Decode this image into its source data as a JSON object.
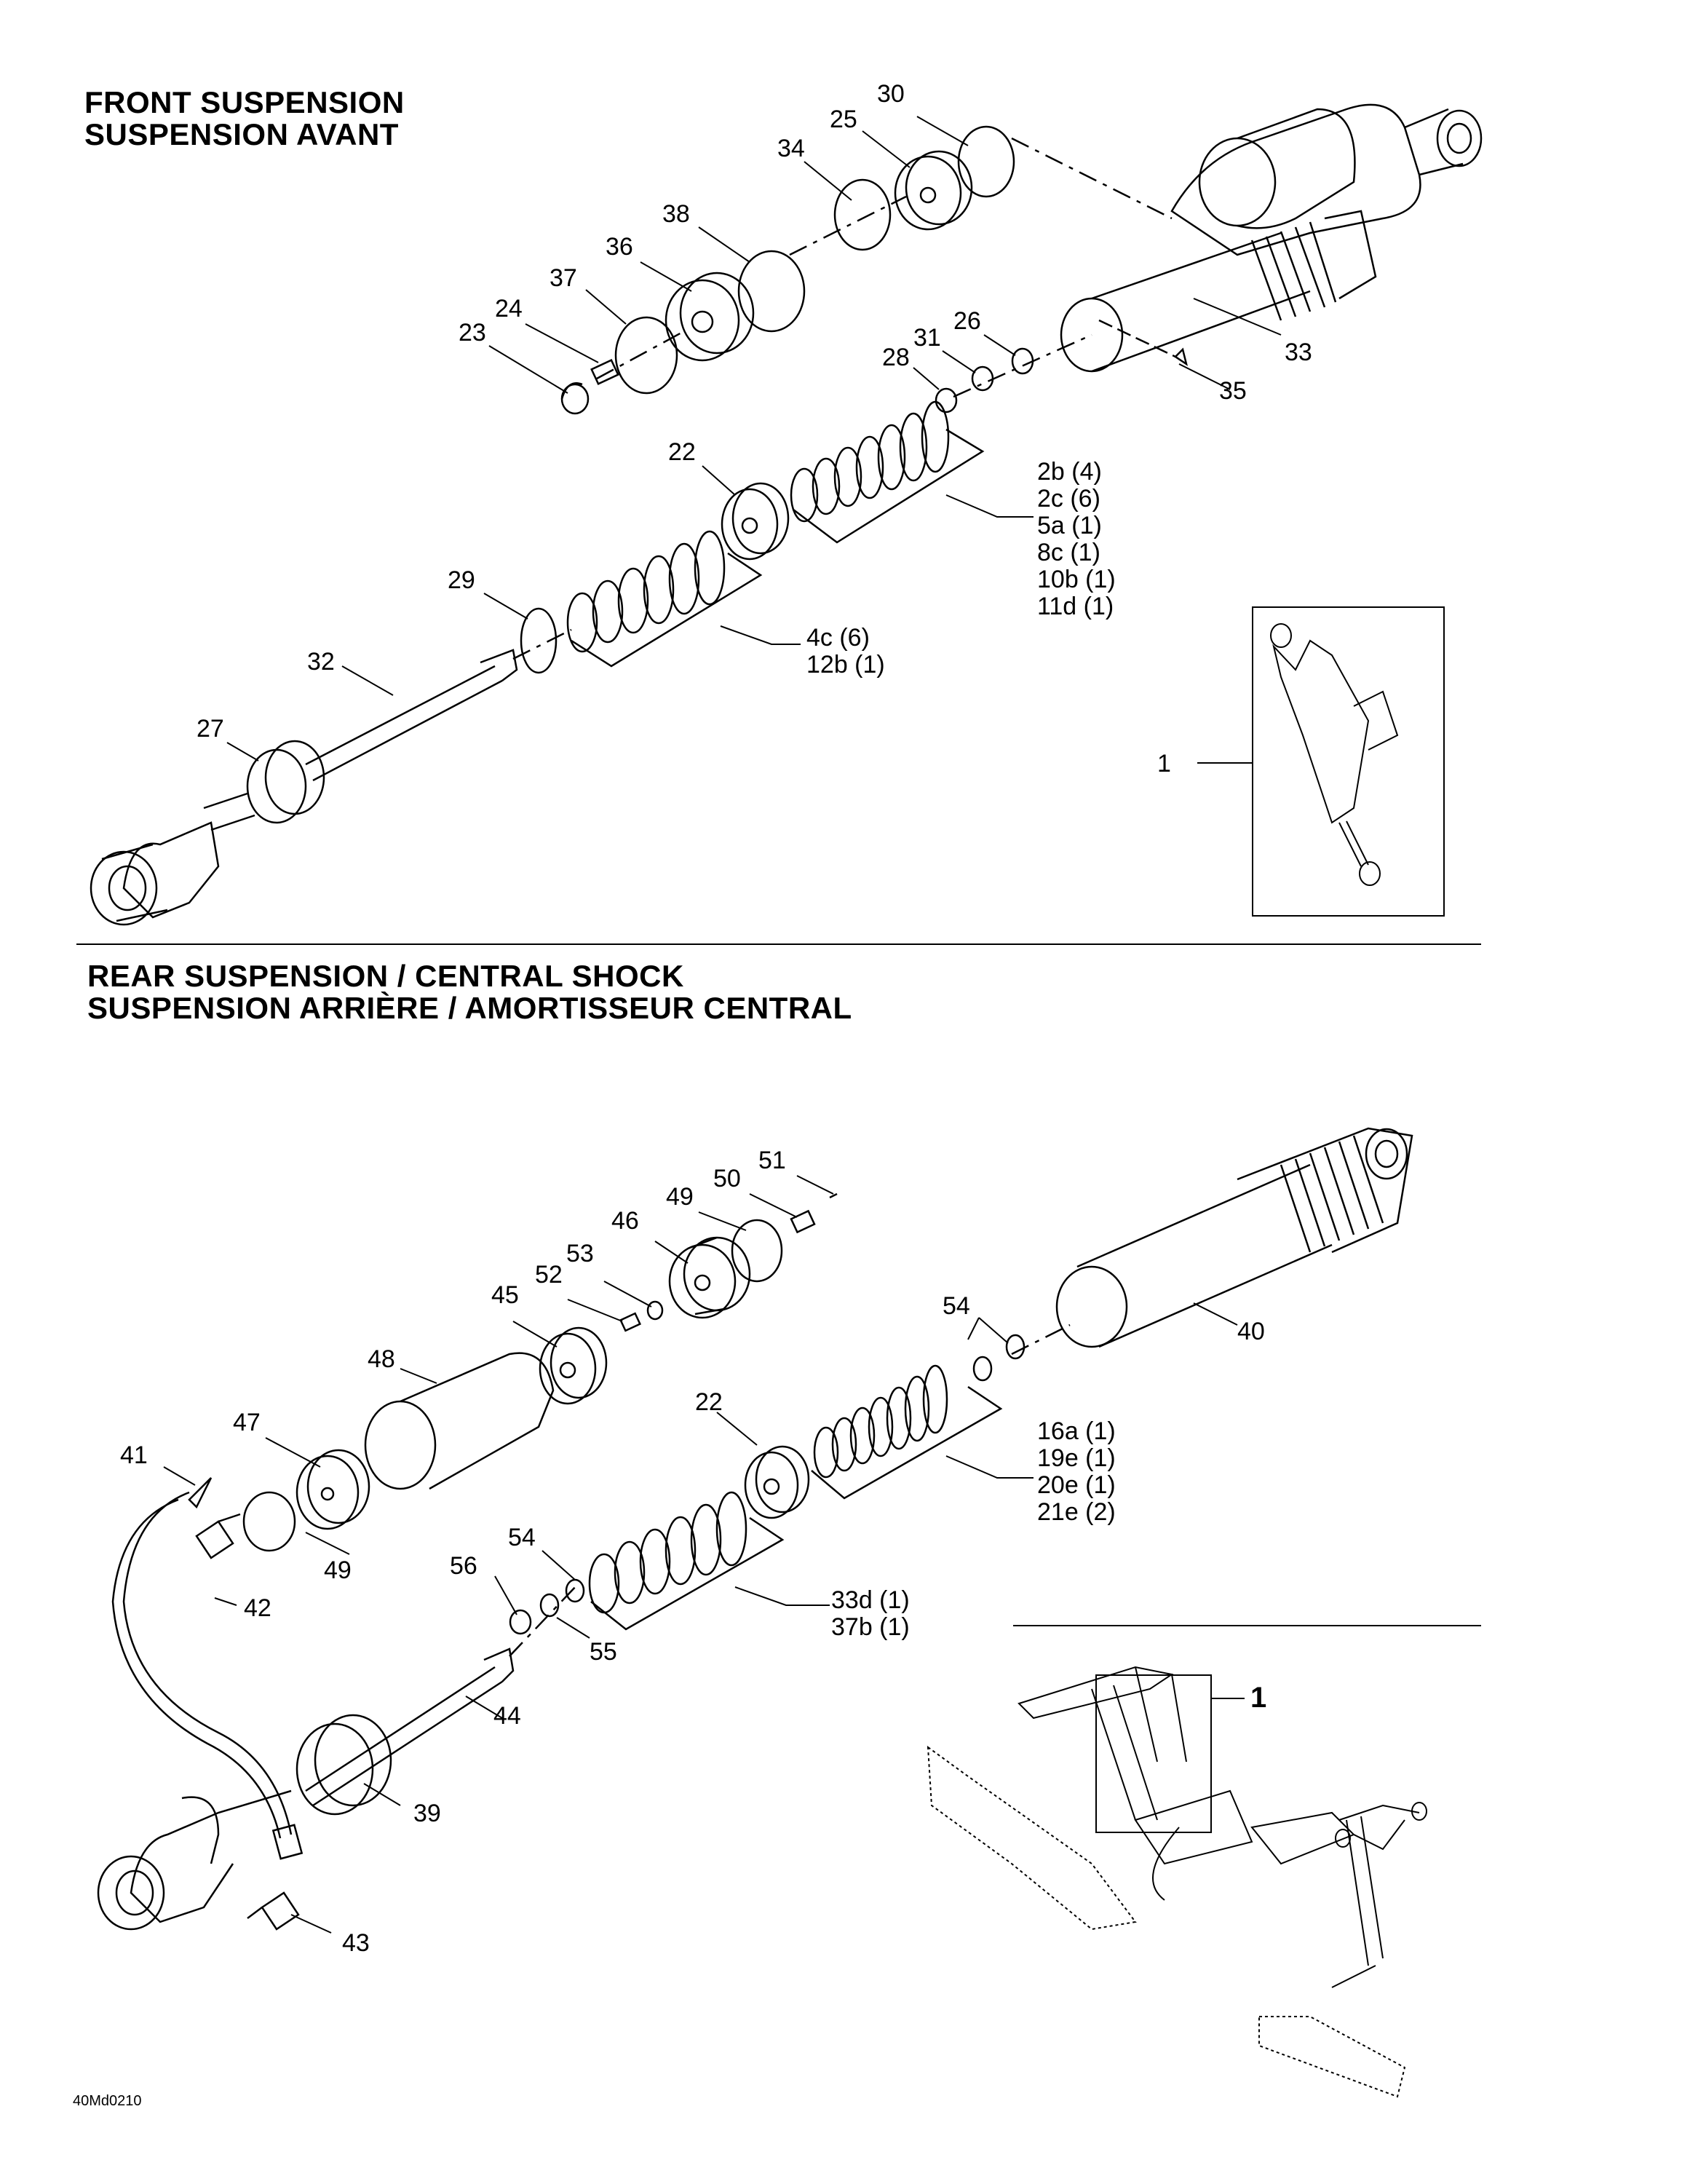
{
  "front": {
    "title_en": "FRONT SUSPENSION",
    "title_fr": "SUSPENSION AVANT",
    "ref_groups": [
      [
        "2b (4)",
        "2c (6)",
        "5a (1)",
        "8c (1)",
        "10b (1)",
        "11d (1)"
      ],
      [
        "4c (6)",
        "12b (1)"
      ]
    ]
  },
  "rear": {
    "title_en": "REAR SUSPENSION / CENTRAL SHOCK",
    "title_fr": "SUSPENSION ARRIÈRE / AMORTISSEUR CENTRAL",
    "ref_groups": [
      [
        "16a (1)",
        "19e (1)",
        "20e (1)",
        "21e (2)"
      ],
      [
        "33d (1)",
        "37b (1)"
      ]
    ]
  },
  "callouts": {
    "front": [
      "30",
      "25",
      "34",
      "38",
      "36",
      "37",
      "24",
      "23",
      "26",
      "31",
      "28",
      "33",
      "35",
      "22",
      "29",
      "32",
      "27",
      "1"
    ],
    "rear": [
      "51",
      "50",
      "49",
      "46",
      "53",
      "52",
      "45",
      "54",
      "48",
      "47",
      "40",
      "41",
      "22",
      "42",
      "49",
      "54",
      "56",
      "55",
      "44",
      "39",
      "43",
      "1"
    ]
  },
  "drawing_code": "40Md0210"
}
